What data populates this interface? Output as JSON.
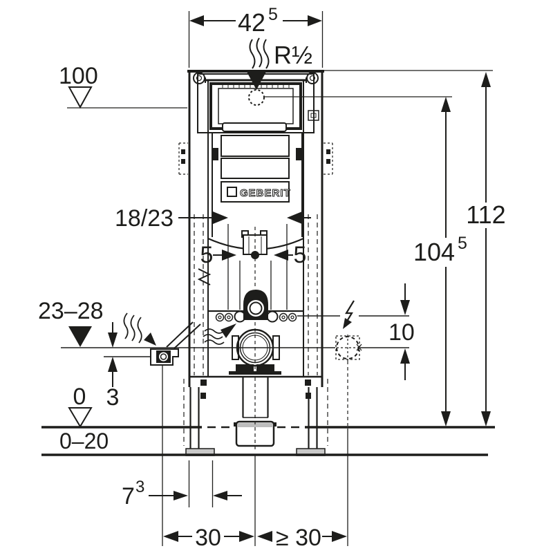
{
  "colors": {
    "ink": "#1d1d1b",
    "background": "#ffffff",
    "foot_gray": "#c9c9c9",
    "socket_band_gray": "#bdbdbd"
  },
  "drawing": {
    "kind": "technical installation dimension drawing",
    "subject": "wall-mounted concealed cistern frame element"
  },
  "brand": {
    "logo_text": "GEBERIT"
  },
  "labels": {
    "width_top": {
      "main": "42",
      "sup": "5"
    },
    "inlet": "R½",
    "level_upper": "100",
    "total_height": "112",
    "inlet_height": {
      "main": "104",
      "sup": "5"
    },
    "panel_width": "18/23",
    "five_left": "5",
    "five_right": "5",
    "supply_height_range": "23–28",
    "electrical_offset": "10",
    "level_floor": "0",
    "supply_depth": "3",
    "floor_buildup_range": "0–20",
    "foot_width": {
      "main": "7",
      "sup": "3"
    },
    "drain_offset_left": "30",
    "drain_offset_right": "≥ 30"
  }
}
